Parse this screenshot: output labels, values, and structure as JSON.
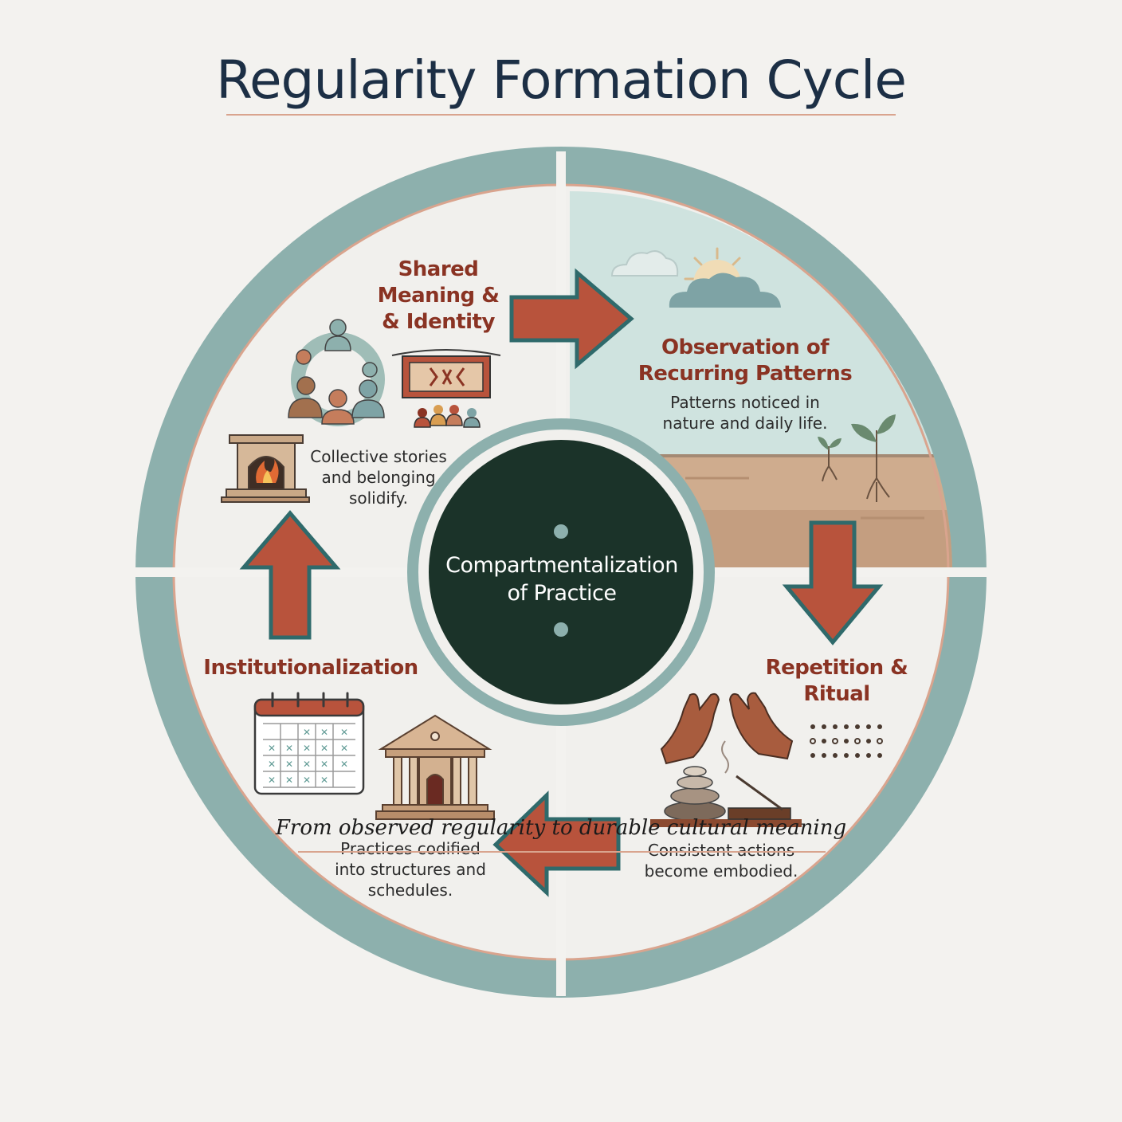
{
  "title": "Regularity Formation Cycle",
  "center": {
    "line1": "Compartmentalization",
    "line2": "of Practice"
  },
  "quadrants": [
    {
      "id": "observation",
      "title_lines": [
        "Observation of",
        "Recurring Patterns"
      ],
      "description_lines": [
        "Patterns noticed in",
        "nature and daily life."
      ],
      "icons": [
        "sun-cloud-icon",
        "sprout-icon"
      ]
    },
    {
      "id": "repetition",
      "title_lines": [
        "Repetition &",
        "Ritual"
      ],
      "description_lines": [
        "Consistent actions",
        "become embodied."
      ],
      "icons": [
        "praying-hands-icon",
        "stacked-stones-icon",
        "incense-icon",
        "dot-pattern-icon"
      ]
    },
    {
      "id": "institutionalization",
      "title_lines": [
        "Institutionalization"
      ],
      "description_lines": [
        "Practices codified",
        "into structures and",
        "schedules."
      ],
      "icons": [
        "calendar-icon",
        "temple-icon"
      ]
    },
    {
      "id": "shared-meaning",
      "title_lines": [
        "Shared",
        "Meaning &",
        "& Identity"
      ],
      "description_lines": [
        "Collective stories",
        "and belonging",
        "solidify."
      ],
      "icons": [
        "community-circle-icon",
        "tapestry-icon",
        "hearth-icon"
      ]
    }
  ],
  "tagline": "From observed regularity to durable cultural meaning",
  "colors": {
    "ring": "#8db0ad",
    "arrow_fill": "#b8533c",
    "arrow_stroke": "#2f6a6b",
    "title_text": "#1c2f45",
    "quadrant_title": "#8a3323",
    "hub": "#1b3329",
    "sky": "#cde2de",
    "earth": "#cfa98a"
  }
}
